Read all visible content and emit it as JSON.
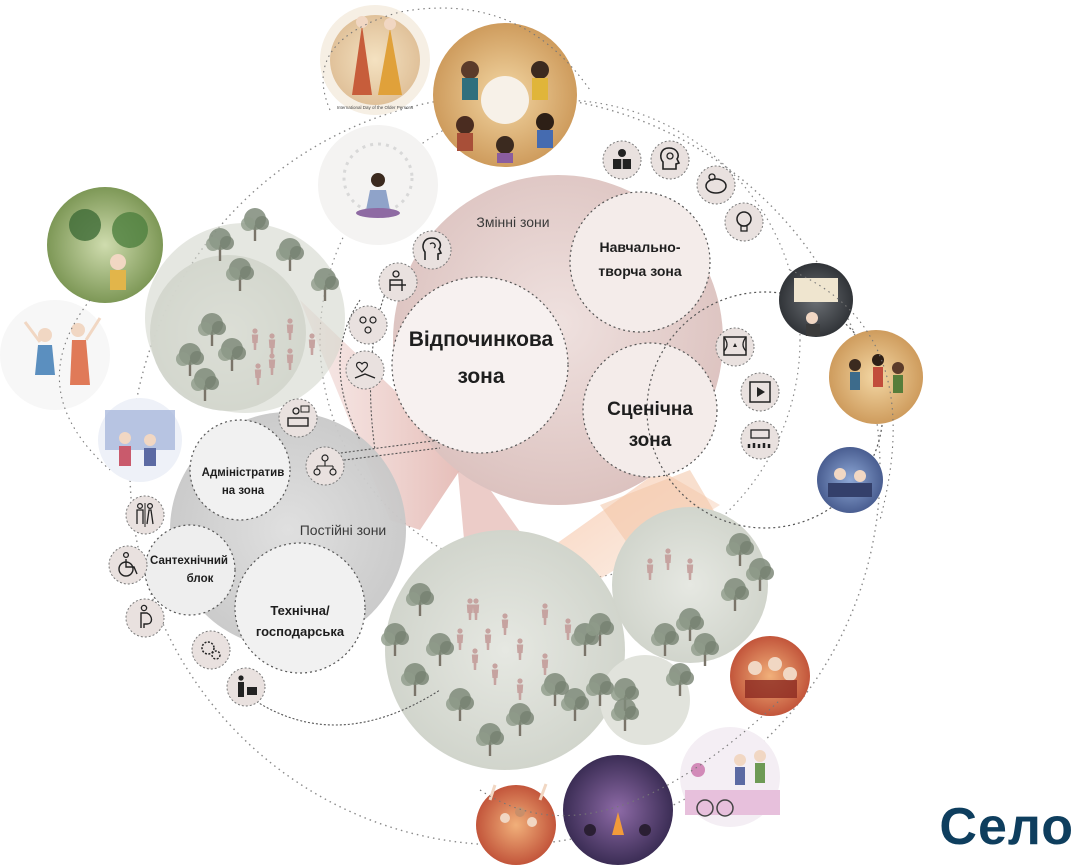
{
  "brand": {
    "name": "Село"
  },
  "colors": {
    "accent": "#0e3e5e",
    "pink_zone": "#e7d3d1",
    "grey_zone": "#cfcfcf",
    "green_zone": "#d8dbd3",
    "tree": "#7f8b7a",
    "person": "#c7a7a4",
    "orange": "#f0b28a"
  },
  "zones": {
    "changeable": {
      "label": "Змінні зони",
      "rest": {
        "label_line1": "Відпочинкова",
        "label_line2": "зона"
      },
      "education": {
        "label_line1": "Навчально-",
        "label_line2": "творча зона"
      },
      "stage": {
        "label_line1": "Сценічна",
        "label_line2": "зона"
      }
    },
    "permanent": {
      "label": "Постійні зони",
      "admin": {
        "label_line1": "Адміністратив",
        "label_line2": "на зона"
      },
      "sanitary": {
        "label_line1": "Сантехнічний",
        "label_line2": "блок"
      },
      "technical": {
        "label_line1": "Технічна/",
        "label_line2": "господарська"
      }
    }
  },
  "photo_captions": {
    "elderly_day": "International Day of the Older Persons"
  },
  "icons": [
    "reading-icon",
    "head-gears-icon",
    "piggy-bank-icon",
    "lightbulb-icon",
    "theater-stage-icon",
    "film-icon",
    "concert-crowd-icon",
    "reader-chair-icon",
    "group-meditation-icon",
    "hands-hearts-icon",
    "head-brain-icon",
    "reception-desk-icon",
    "org-chart-icon",
    "restroom-icon",
    "wheelchair-icon",
    "pregnant-icon",
    "gears-icon",
    "cleaner-icon"
  ]
}
